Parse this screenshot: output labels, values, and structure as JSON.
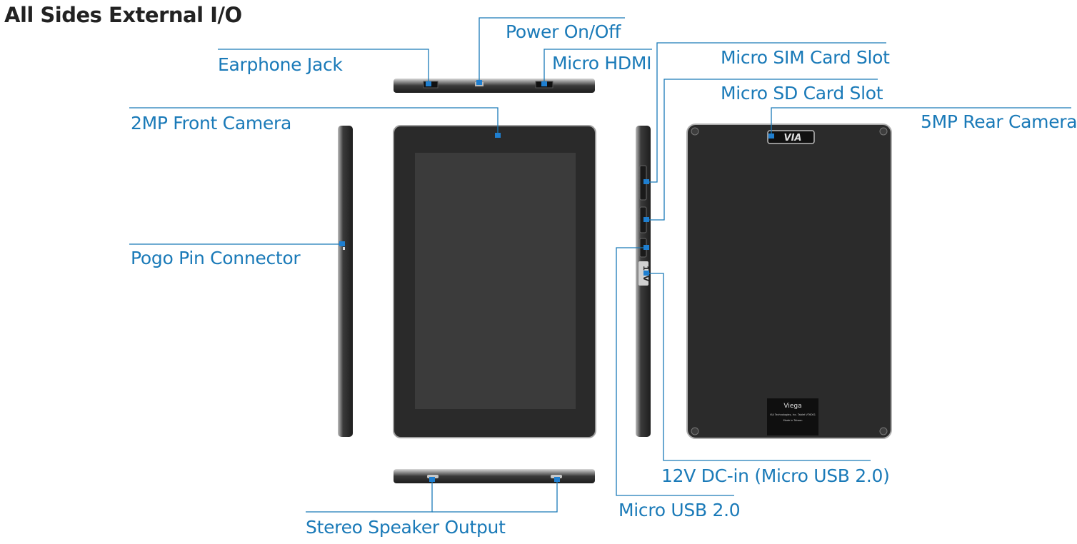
{
  "title": "All Sides External I/O",
  "labels": {
    "power": "Power On/Off",
    "earphone": "Earphone Jack",
    "micro_hdmi": "Micro HDMI",
    "micro_sim": "Micro SIM Card Slot",
    "micro_sd": "Micro SD Card Slot",
    "front_camera": "2MP Front Camera",
    "rear_camera": "5MP Rear Camera",
    "pogo_pin": "Pogo Pin Connector",
    "dc_in": "12V DC-in (Micro USB 2.0)",
    "micro_usb": "Micro USB 2.0",
    "speaker": "Stereo Speaker Output"
  },
  "device": {
    "logo": "VIA",
    "back_label_name": "Viega",
    "back_label_line1": "VIA Technologies, Inc.   Tablet VT6001",
    "back_label_line2": "Made in Taiwan",
    "side_marking": "12V"
  },
  "colors": {
    "callout": "#1a7ab8",
    "marker": "#1f7fd0",
    "body": "#2a2a2a",
    "frame": "#9a9a9a"
  }
}
